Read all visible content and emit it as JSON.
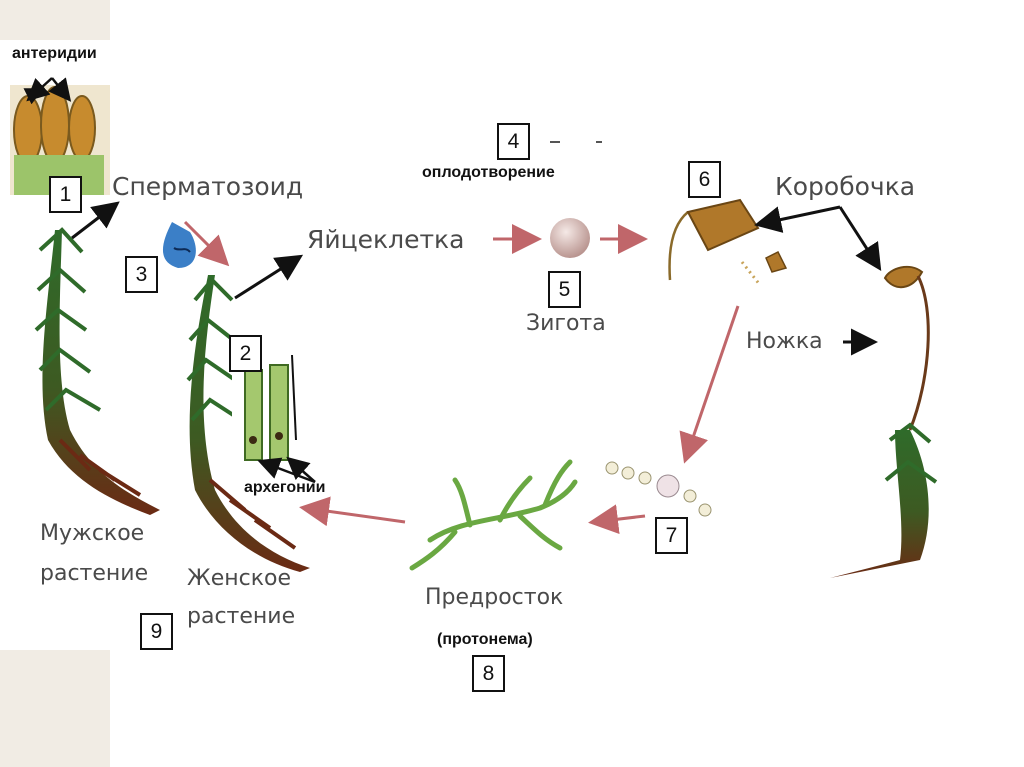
{
  "labels": {
    "anteridii": "антеридии",
    "spermatozoid": "Сперматозоид",
    "yaitsekletka": "Яйцеклетка",
    "oplodotvorenie": "оплодотворение",
    "zigota": "Зигота",
    "korobochka": "Коробочка",
    "nozhka": "Ножка",
    "arkhegonii": "архегонии",
    "muzhskoe": "Мужское",
    "rastenie_m": "растение",
    "zhenskoe": "Женское",
    "rastenie_f": "растение",
    "predrostok": "Предросток",
    "protonema": "(протонема)"
  },
  "numbers": [
    "1",
    "2",
    "3",
    "4",
    "5",
    "6",
    "7",
    "8",
    "9"
  ],
  "colors": {
    "cycle_arrow": "#c0666a",
    "pointer_arrow": "#111111",
    "moss_green": "#2f6b2a",
    "moss_brown": "#6b2a14",
    "capsule": "#b0782a"
  }
}
